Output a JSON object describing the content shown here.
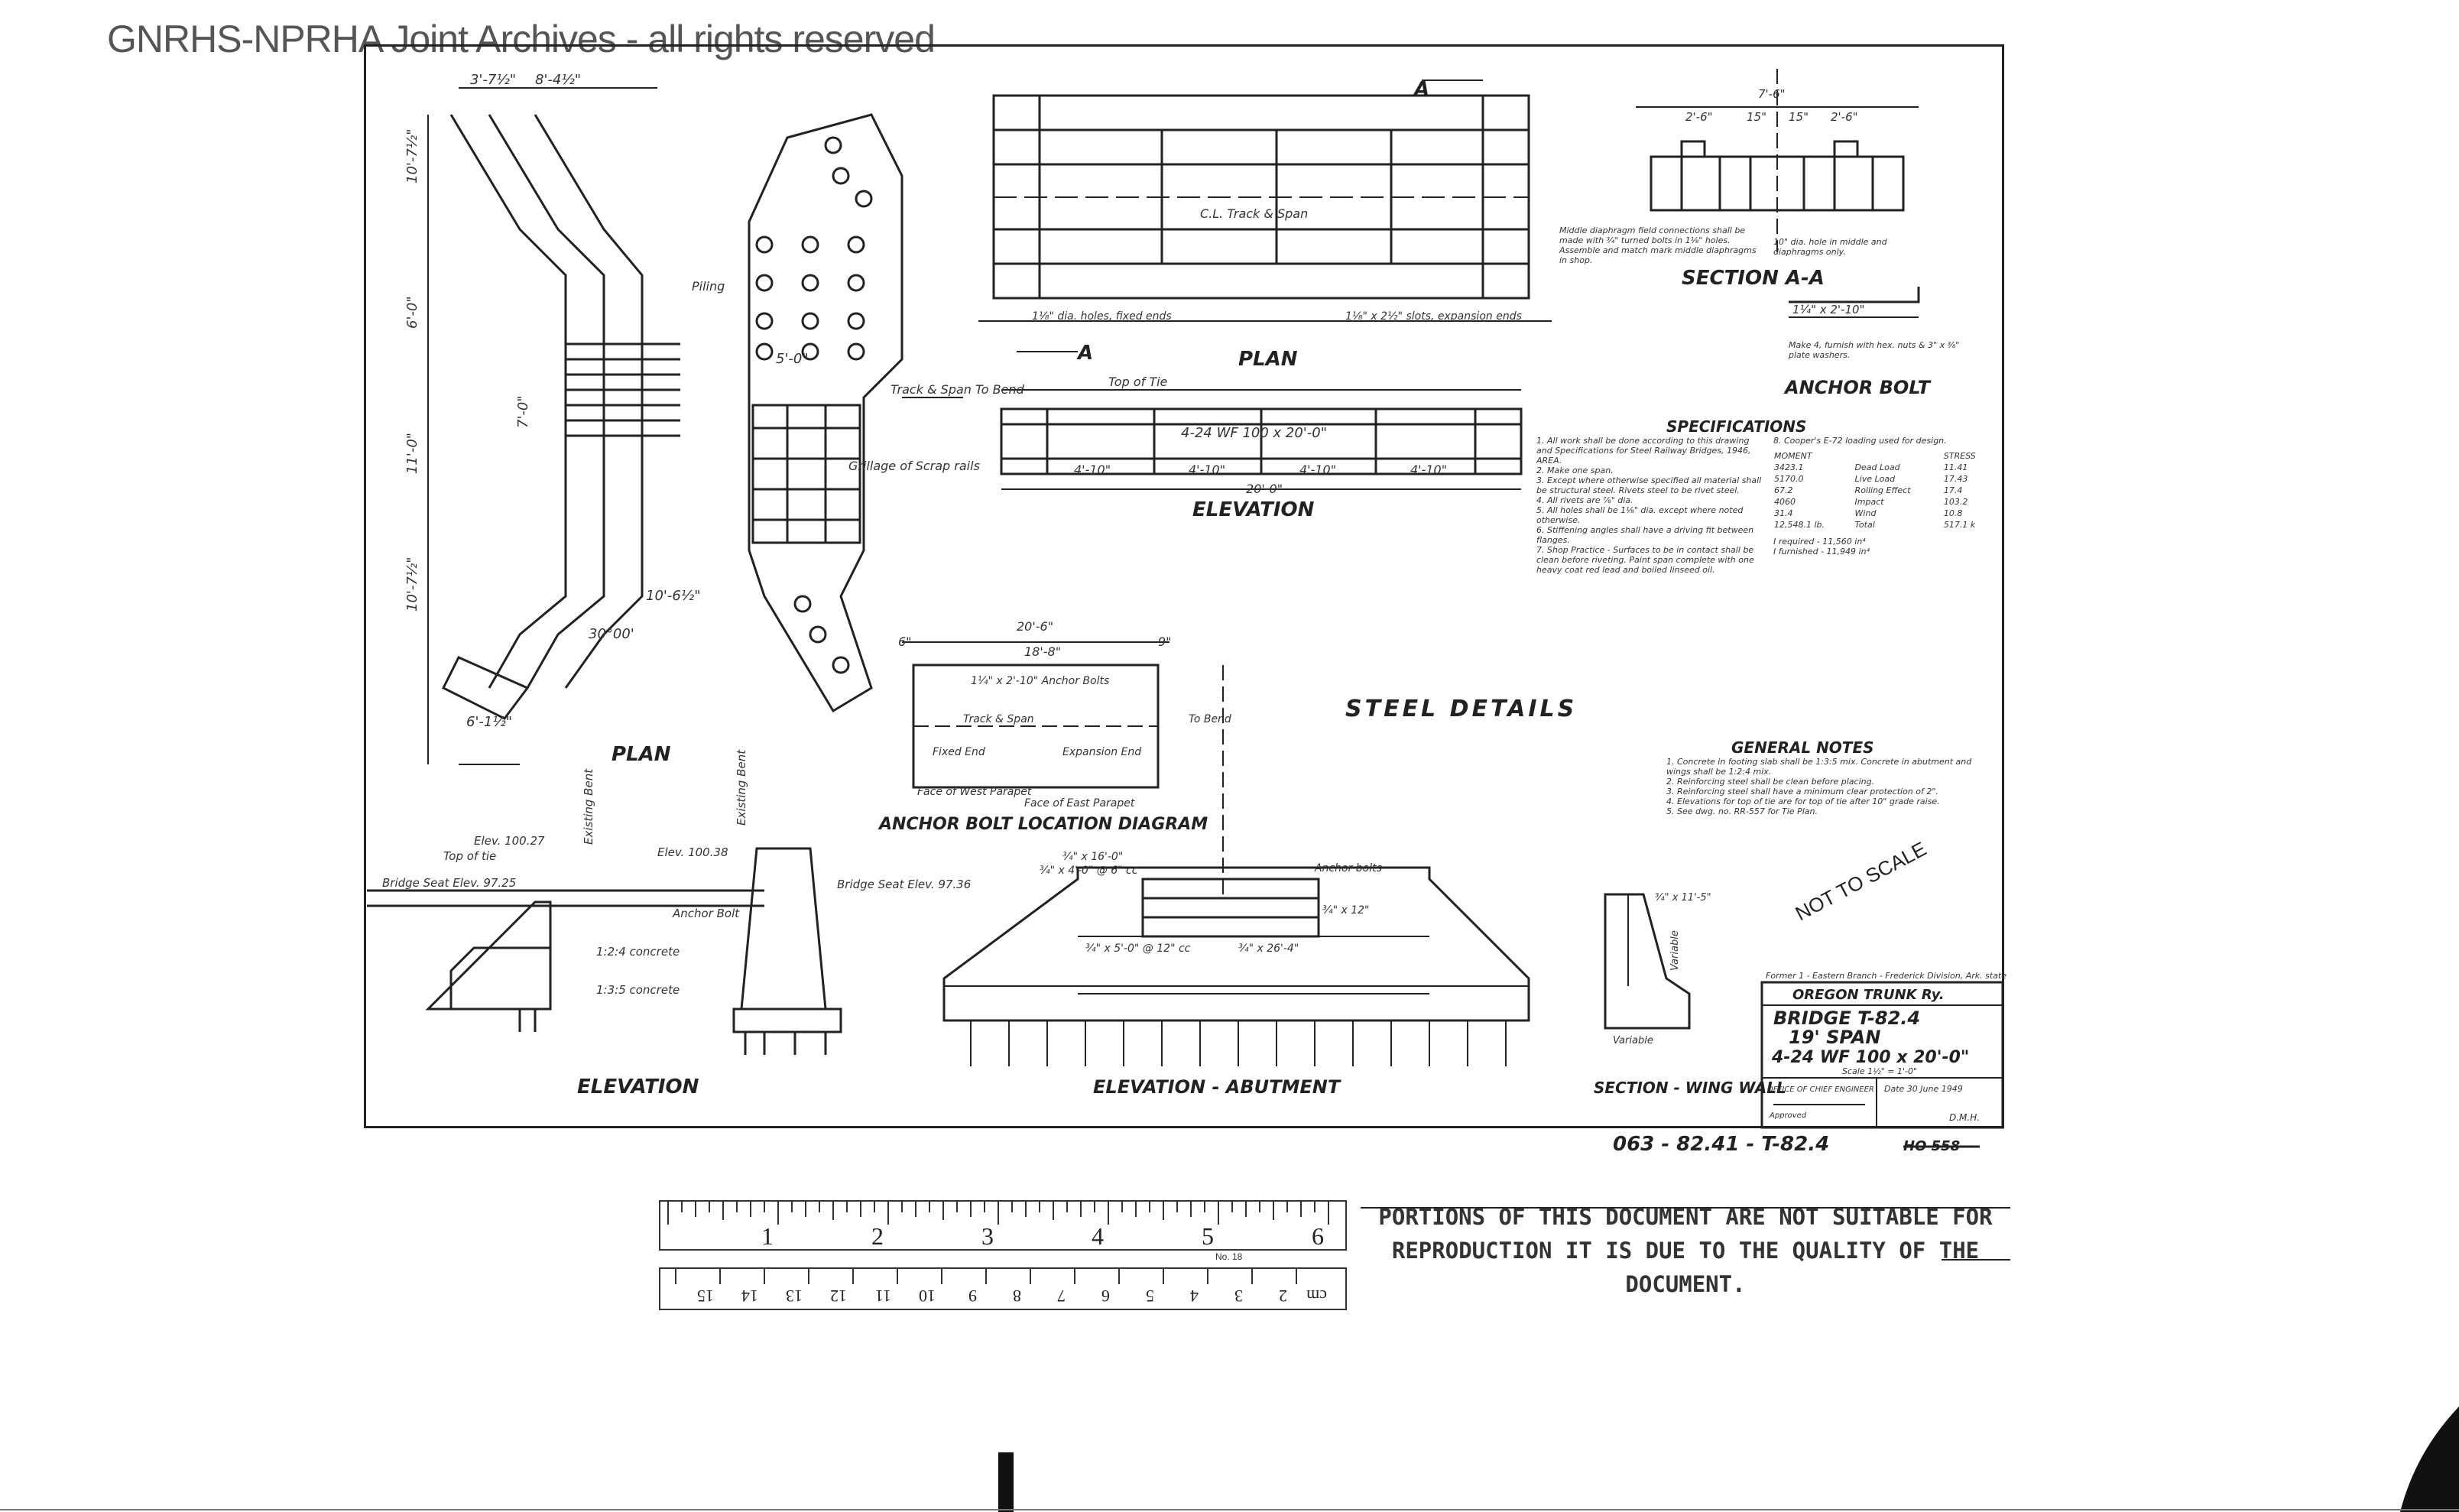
{
  "watermark": "GNRHS-NPRHA Joint Archives - all rights reserved",
  "left_views": {
    "plan_label": "PLAN",
    "elevation_label": "ELEVATION",
    "dims": [
      "3'-7½\"",
      "8'-4½\"",
      "10'-7½\"",
      "6'-0\"",
      "11'-0\"",
      "10'-7½\"",
      "6'-1½\"",
      "10'-6½\"",
      "30°00'",
      "7'-0\"",
      "5'-0\""
    ],
    "notes": [
      "Piling",
      "Grillage of Scrap rails",
      "Track & Span To Bend"
    ],
    "elev_notes": [
      "Elev. 100.27",
      "Top of tie",
      "Elev. 100.38",
      "Bridge Seat Elev. 97.25",
      "Bridge Seat Elev. 97.36",
      "Anchor Bolt",
      "1:2:4 concrete",
      "1:3:5 concrete",
      "Existing Bent",
      "Existing Bent"
    ]
  },
  "top_plan": {
    "label": "PLAN",
    "section_marker": "A",
    "track_label": "C.L. Track & Span",
    "left_note": "1¹⁄₈\" dia. holes, fixed ends",
    "right_note": "1¹⁄₈\" x 2½\" slots, expansion ends"
  },
  "top_elevation": {
    "label": "ELEVATION",
    "top_of_tie": "Top of Tie",
    "beam_label": "4-24 WF 100 x 20'-0\"",
    "dims": [
      "4'-10\"",
      "4'-10\"",
      "4'-10\"",
      "4'-10\""
    ],
    "overall": "20'-0\""
  },
  "section_aa": {
    "label": "SECTION A-A",
    "dims": [
      "7'-6\"",
      "2'-6\"",
      "15\"",
      "15\"",
      "2'-6\""
    ],
    "note": "Middle diaphragm field connections shall be made with ¾\" turned bolts in 1¹⁄₈\" holes. Assemble and match mark middle diaphragms in shop.",
    "note2": "10\" dia. hole in middle and diaphragms only."
  },
  "anchor_bolt": {
    "label": "ANCHOR BOLT",
    "spec": "1¼\" x 2'-10\"",
    "note": "Make 4, furnish with hex. nuts & 3\" x ⅜\" plate washers."
  },
  "specifications": {
    "title": "SPECIFICATIONS",
    "items": [
      "1. All work shall be done according to this drawing and Specifications for Steel Railway Bridges, 1946, AREA.",
      "2. Make one span.",
      "3. Except where otherwise specified all material shall be structural steel. Rivets steel to be rivet steel.",
      "4. All rivets are ⅞\" dia.",
      "5. All holes shall be 1¹⁄₈\" dia. except where noted otherwise.",
      "6. Stiffening angles shall have a driving fit between flanges.",
      "7. Shop Practice - Surfaces to be in contact shall be clean before riveting. Paint span complete with one heavy coat red lead and boiled linseed oil."
    ],
    "loading": "8. Cooper's E-72 loading used for design.",
    "table_head": [
      "MOMENT",
      "",
      "STRESS"
    ],
    "table_rows": [
      [
        "3423.1",
        "Dead Load",
        "11.41"
      ],
      [
        "5170.0",
        "Live Load",
        "17.43"
      ],
      [
        "67.2",
        "Rolling Effect",
        "17.4"
      ],
      [
        "4060",
        "Impact",
        "103.2"
      ],
      [
        "31.4",
        "Wind",
        "10.8"
      ],
      [
        "12,548.1 lb.",
        "Total",
        "517.1 k"
      ]
    ],
    "req": [
      "I required - 11,560 in⁴",
      "I furnished - 11,949 in⁴"
    ]
  },
  "steel_details": "STEEL DETAILS",
  "anchor_diagram": {
    "label": "ANCHOR BOLT LOCATION DIAGRAM",
    "dims": [
      "20'-6\"",
      "18'-8\"",
      "9\"",
      "6\""
    ],
    "notes": [
      "1¼\" x 2'-10\" Anchor Bolts",
      "Track & Span",
      "To Bend",
      "Fixed End",
      "Expansion End",
      "Face of West Parapet",
      "Face of East Parapet"
    ]
  },
  "general_notes": {
    "title": "GENERAL NOTES",
    "items": [
      "1. Concrete in footing slab shall be 1:3:5 mix. Concrete in abutment and wings shall be 1:2:4 mix.",
      "2. Reinforcing steel shall be clean before placing.",
      "3. Reinforcing steel shall have a minimum clear protection of 2\".",
      "4. Elevations for top of tie are for top of tie after 10\" grade raise.",
      "5. See dwg. no. RR-557 for Tie Plan."
    ]
  },
  "abutment": {
    "label": "ELEVATION - ABUTMENT",
    "notes": [
      "Anchor bolts",
      "¾\" x 16'-0\"",
      "¾\" x 4'-0\" @ 6\" cc",
      "¾\" x 12\"",
      "¾\" x 5'-0\" @ 12\" cc",
      "¾\" x 26'-4\""
    ]
  },
  "wing_wall": {
    "label": "SECTION - WING WALL",
    "notes": [
      "¾\" x 11'-5\"",
      "Variable",
      "Variable"
    ]
  },
  "not_to_scale": "NOT TO SCALE",
  "title_block": {
    "top_note": "Former 1 - Eastern Branch - Frederick Division, Ark. state",
    "railroad": "OREGON TRUNK Ry.",
    "bridge": "BRIDGE T-82.4",
    "span": "19' SPAN",
    "beams": "4-24 WF 100 x 20'-0\"",
    "scale": "Scale 1½\" = 1'-0\"",
    "office": "OFFICE OF CHIEF ENGINEER",
    "date": "Date 30 June 1949",
    "drawn": "D.M.H.",
    "approved": "Approved"
  },
  "drawing_number": "063 - 82.41 - T-82.4",
  "struck_number": "HO 558",
  "ruler_top_numbers": [
    "1",
    "2",
    "3",
    "4",
    "5",
    "6"
  ],
  "ruler_bottom_numbers": [
    "cm",
    "2",
    "3",
    "4",
    "5",
    "6",
    "7",
    "8",
    "9",
    "10",
    "11",
    "12",
    "13",
    "14",
    "15"
  ],
  "ruler_brand": "No. 18",
  "notice": "PORTIONS OF THIS DOCUMENT ARE NOT SUITABLE FOR REPRODUCTION IT IS DUE TO THE QUALITY OF THE DOCUMENT."
}
